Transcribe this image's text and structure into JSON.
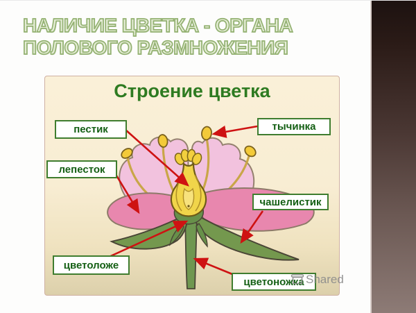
{
  "slide": {
    "title_line1": "НАЛИЧИЕ ЦВЕТКА - ОРГАНА",
    "title_line2": "ПОЛОВОГО РАЗМНОЖЕНИЯ"
  },
  "diagram": {
    "title": "Строение цветка",
    "labels": [
      {
        "id": "pistil",
        "text": "пестик"
      },
      {
        "id": "stamen",
        "text": "тычинка"
      },
      {
        "id": "petal",
        "text": "лепесток"
      },
      {
        "id": "sepal",
        "text": "чашелистик"
      },
      {
        "id": "receptacle",
        "text": "цветоложе"
      },
      {
        "id": "pedicel",
        "text": "цветоножка"
      }
    ],
    "watermark_text": "Shared"
  },
  "colors": {
    "slide_title_outline_green": "#93b171",
    "diagram_title_green": "#2e7b21",
    "label_text_green": "#145f14",
    "label_border_green": "#3f7d2f",
    "connector_red": "#ce1212",
    "panel_background_cream": "#f8edd3",
    "petal_light_pink": "#f2c2de",
    "petal_dark_pink": "#e887ae",
    "pistil_yellow": "#f1d54a",
    "anther_yellow": "#f3ca39",
    "sepal_green": "#74984e",
    "stem_green": "#6f9750",
    "stripe_brown_top": "#1d1210",
    "stripe_brown_bottom": "#8d7b76",
    "watermark_gray": "#8c8c8c"
  }
}
